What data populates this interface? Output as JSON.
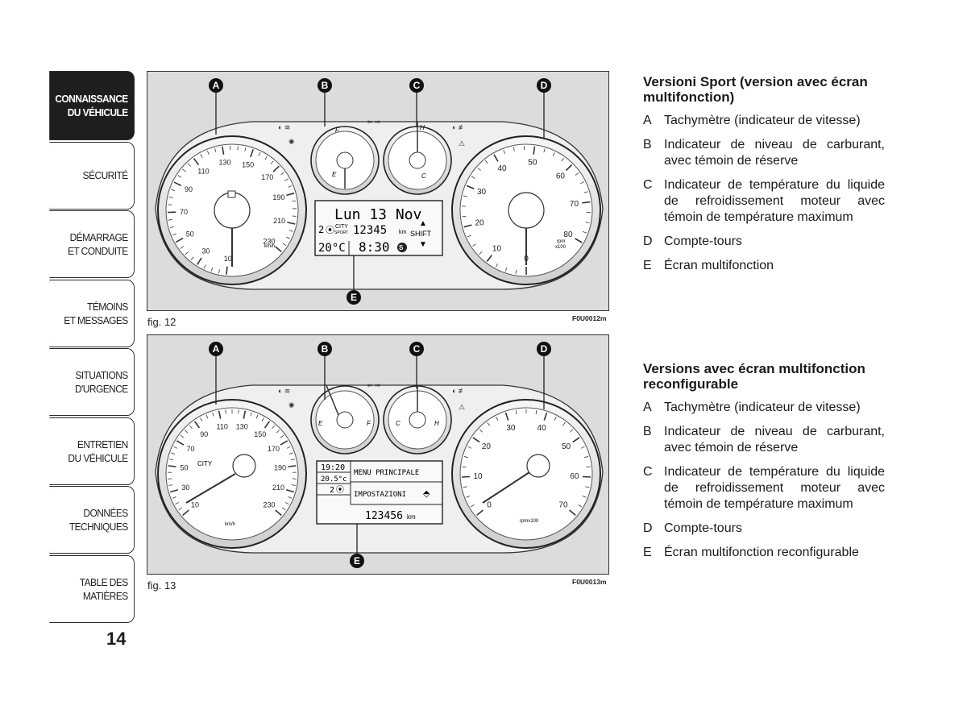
{
  "tabs": [
    {
      "label": "CONNAISSANCE\nDU VÉHICULE",
      "active": true
    },
    {
      "label": "SÉCURITÉ",
      "active": false
    },
    {
      "label": "DÉMARRAGE\nET CONDUITE",
      "active": false
    },
    {
      "label": "TÉMOINS\nET MESSAGES",
      "active": false
    },
    {
      "label": "SITUATIONS\nD'URGENCE",
      "active": false
    },
    {
      "label": "ENTRETIEN\nDU VÉHICULE",
      "active": false
    },
    {
      "label": "DONNÉES\nTECHNIQUES",
      "active": false
    },
    {
      "label": "TABLE DES MATIÈRES",
      "active": false
    }
  ],
  "page_number": "14",
  "fig12": {
    "caption": "fig. 12",
    "code": "F0U0012m",
    "callouts": [
      "A",
      "B",
      "C",
      "D",
      "E"
    ],
    "speedo_labels": [
      "10",
      "30",
      "50",
      "70",
      "90",
      "110",
      "130",
      "150",
      "170",
      "190",
      "210",
      "230"
    ],
    "speedo_unit": "km/h",
    "rpm_labels": [
      "0",
      "10",
      "20",
      "30",
      "40",
      "50",
      "60",
      "70",
      "80"
    ],
    "rpm_unit": "rpm\nx100",
    "fuel": {
      "top": "F",
      "bottom": "E"
    },
    "temp": {
      "top": "H",
      "bottom": "C"
    },
    "display": {
      "line1": "Lun 13 Nov",
      "gear": "2",
      "mode_top": "CITY",
      "mode_bottom": "SPORT",
      "odometer": "12345",
      "odo_unit": "km",
      "shift": "SHIFT",
      "temp": "20°C",
      "time": "8:30",
      "s_badge": "S"
    }
  },
  "fig13": {
    "caption": "fig. 13",
    "code": "F0U0013m",
    "callouts": [
      "A",
      "B",
      "C",
      "D",
      "E"
    ],
    "speedo_labels": [
      "10",
      "30",
      "50",
      "70",
      "90",
      "110",
      "130",
      "150",
      "170",
      "190",
      "210",
      "230"
    ],
    "speedo_unit": "km/h",
    "speedo_mode": "CITY",
    "rpm_labels": [
      "0",
      "10",
      "20",
      "30",
      "40",
      "50",
      "60",
      "70"
    ],
    "rpm_unit": "rpmx100",
    "fuel": {
      "left": "E",
      "right": "F"
    },
    "temp": {
      "left": "C",
      "right": "H"
    },
    "display": {
      "time": "19:20",
      "temp": "20.5°c",
      "gear": "2",
      "menu1": "MENU PRINCIPALE",
      "menu2": "IMPOSTAZIONI",
      "odometer": "123456",
      "odo_unit": "km"
    }
  },
  "section1": {
    "title": "Versioni Sport (version avec écran multifonction)",
    "items": [
      {
        "key": "A",
        "text": "Tachymètre (indicateur de vitesse)"
      },
      {
        "key": "B",
        "text": "Indicateur de niveau de carburant, avec témoin de réserve"
      },
      {
        "key": "C",
        "text": "Indicateur de température du liquide de refroidissement moteur avec témoin de température maximum"
      },
      {
        "key": "D",
        "text": "Compte-tours"
      },
      {
        "key": "E",
        "text": "Écran multifonction"
      }
    ]
  },
  "section2": {
    "title": "Versions avec écran multifonction reconfigurable",
    "items": [
      {
        "key": "A",
        "text": "Tachymètre (indicateur de vitesse)"
      },
      {
        "key": "B",
        "text": "Indicateur de niveau de carburant, avec témoin de réserve"
      },
      {
        "key": "C",
        "text": "Indicateur de température du liquide de refroidissement moteur avec témoin de température maximum"
      },
      {
        "key": "D",
        "text": "Compte-tours"
      },
      {
        "key": "E",
        "text": "Écran multifonction reconfigurable"
      }
    ]
  }
}
